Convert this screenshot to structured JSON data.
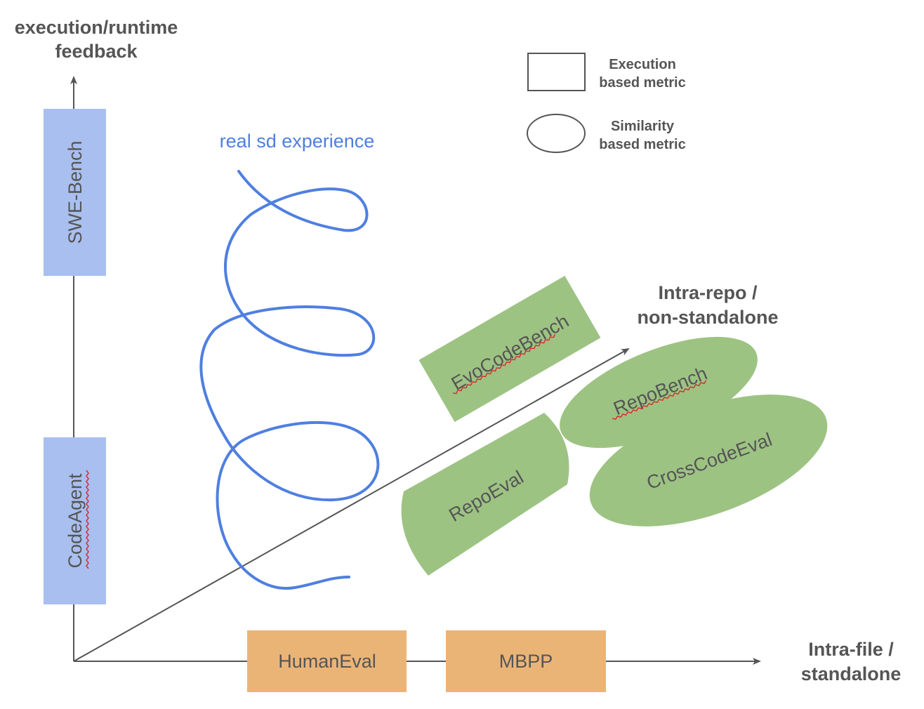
{
  "axes": {
    "y_title_line1": "execution/runtime",
    "y_title_line2": "feedback",
    "x_title_line1": "Intra-file /",
    "x_title_line2": "standalone",
    "diag_title_line1": "Intra-repo /",
    "diag_title_line2": "non-standalone"
  },
  "legend": {
    "execution_line1": "Execution",
    "execution_line2": "based metric",
    "similarity_line1": "Similarity",
    "similarity_line2": "based metric"
  },
  "curve": {
    "label": "real sd experience",
    "color": "#4f7fe0"
  },
  "benchmarks": {
    "swe_bench": "SWE-Bench",
    "code_agent": "CodeAgent",
    "human_eval": "HumanEval",
    "mbpp": "MBPP",
    "evo_code_bench": "EvoCodeBench",
    "repo_eval": "RepoEval",
    "repo_bench": "RepoBench",
    "cross_code_eval": "CrossCodeEval"
  },
  "colors": {
    "blue_box": "#a8bfef",
    "orange_box": "#ebb477",
    "green_shape": "#9dc383",
    "axis": "#555555",
    "text": "#555555",
    "spell_underline": "#d83030"
  }
}
